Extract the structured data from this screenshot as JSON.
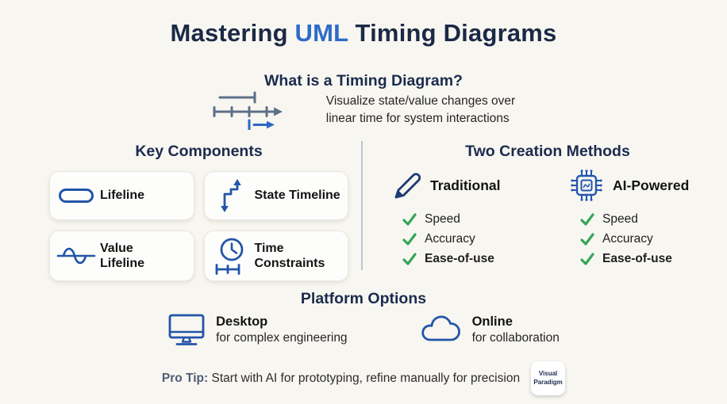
{
  "colors": {
    "background": "#f8f6f0",
    "title_navy": "#1b2947",
    "accent_blue": "#2e6bc8",
    "icon_blue": "#2255a8",
    "icon_slate": "#5c7089",
    "pencil_navy": "#1e3a75",
    "check_green": "#35a65a",
    "divider": "#b8c6d8",
    "protip_label": "#4d5d75"
  },
  "title": {
    "part1": "Mastering ",
    "highlight": "UML",
    "part2": " Timing Diagrams"
  },
  "intro": {
    "heading": "What is a Timing Diagram?",
    "icon": "timing-diagram-icon",
    "description": "Visualize state/value changes over\nlinear time for system interactions"
  },
  "key_components": {
    "heading": "Key Components",
    "cards": [
      {
        "icon": "lifeline-icon",
        "label": "Lifeline"
      },
      {
        "icon": "state-timeline-icon",
        "label": "State Timeline"
      },
      {
        "icon": "value-lifeline-icon",
        "label": "Value\nLifeline"
      },
      {
        "icon": "time-constraints-icon",
        "label": "Time\nConstraints"
      }
    ]
  },
  "creation_methods": {
    "heading": "Two Creation Methods",
    "methods": [
      {
        "icon": "pencil-icon",
        "name": "Traditional",
        "features": [
          "Speed",
          "Accuracy",
          "Ease-of-use"
        ]
      },
      {
        "icon": "ai-chip-icon",
        "name": "AI-Powered",
        "features": [
          "Speed",
          "Accuracy",
          "Ease-of-use"
        ]
      }
    ]
  },
  "platform_options": {
    "heading": "Platform Options",
    "platforms": [
      {
        "icon": "desktop-icon",
        "name": "Desktop",
        "description": "for complex engineering"
      },
      {
        "icon": "cloud-icon",
        "name": "Online",
        "description": "for collaboration"
      }
    ]
  },
  "footer": {
    "pro_tip_label": "Pro Tip:",
    "pro_tip_text": "Start with AI for prototyping, refine manually for precision",
    "logo_text": "Visual\nParadigm"
  }
}
